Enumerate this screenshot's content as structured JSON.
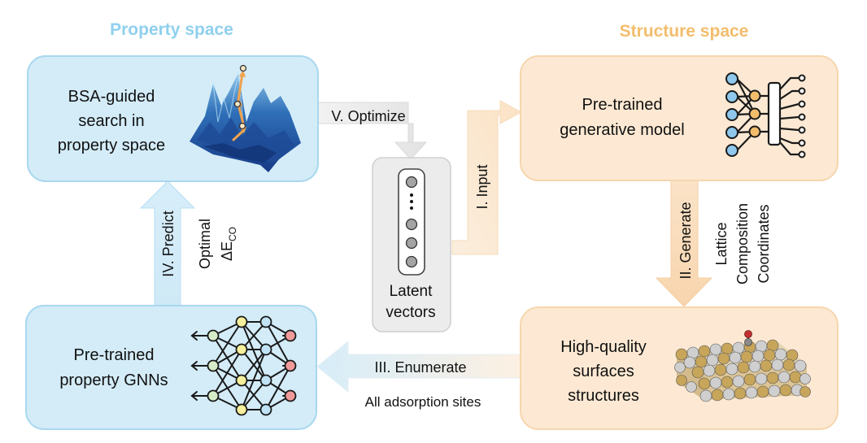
{
  "headers": {
    "property_space": "Property space",
    "structure_space": "Structure space"
  },
  "boxes": {
    "bsa_search": [
      "BSA-guided",
      "search in",
      "property space"
    ],
    "generative_model": [
      "Pre-trained",
      "generative model"
    ],
    "property_gnns": [
      "Pre-trained",
      "property GNNs"
    ],
    "surfaces": [
      "High-quality",
      "surfaces",
      "structures"
    ],
    "latent": [
      "Latent",
      "vectors"
    ]
  },
  "arrows": {
    "optimize": "V. Optimize",
    "input": "I. Input",
    "generate": "II. Generate",
    "enumerate": "III. Enumerate",
    "predict": "IV. Predict"
  },
  "annotations": {
    "generate_outputs": [
      "Lattice",
      "Composition",
      "Coordinates"
    ],
    "enumerate_note": "All adsorption sites",
    "optimal_label": "Optimal",
    "delta_e": "ΔE",
    "delta_e_sub": "CO"
  },
  "colors": {
    "property_header": "#8fd0ee",
    "structure_header": "#f3bd6c",
    "blue_box_fill": "#d3ecf8",
    "blue_box_border": "#a9d8ef",
    "orange_box_fill": "#fde9d3",
    "orange_box_border": "#f6d6ae",
    "latent_fill": "#ececec",
    "latent_border": "#cfcfcf"
  },
  "icons": [
    "energy-landscape-icon",
    "neural-network-icon",
    "graph-network-icon",
    "crystal-surface-icon"
  ]
}
